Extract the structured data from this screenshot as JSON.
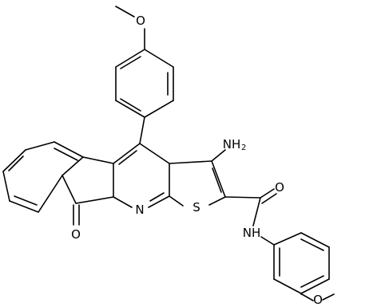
{
  "labels": {
    "methoxy_top_O": "O",
    "amino_N": "NH",
    "amino_sub": "2",
    "pyridine_N": "N",
    "thiophene_S": "S",
    "ketone_O": "O",
    "amide_O": "O",
    "amide_NH": "NH",
    "methoxy_bottom_O": "O"
  },
  "colors": {
    "stroke": "#000000",
    "background": "#ffffff"
  }
}
